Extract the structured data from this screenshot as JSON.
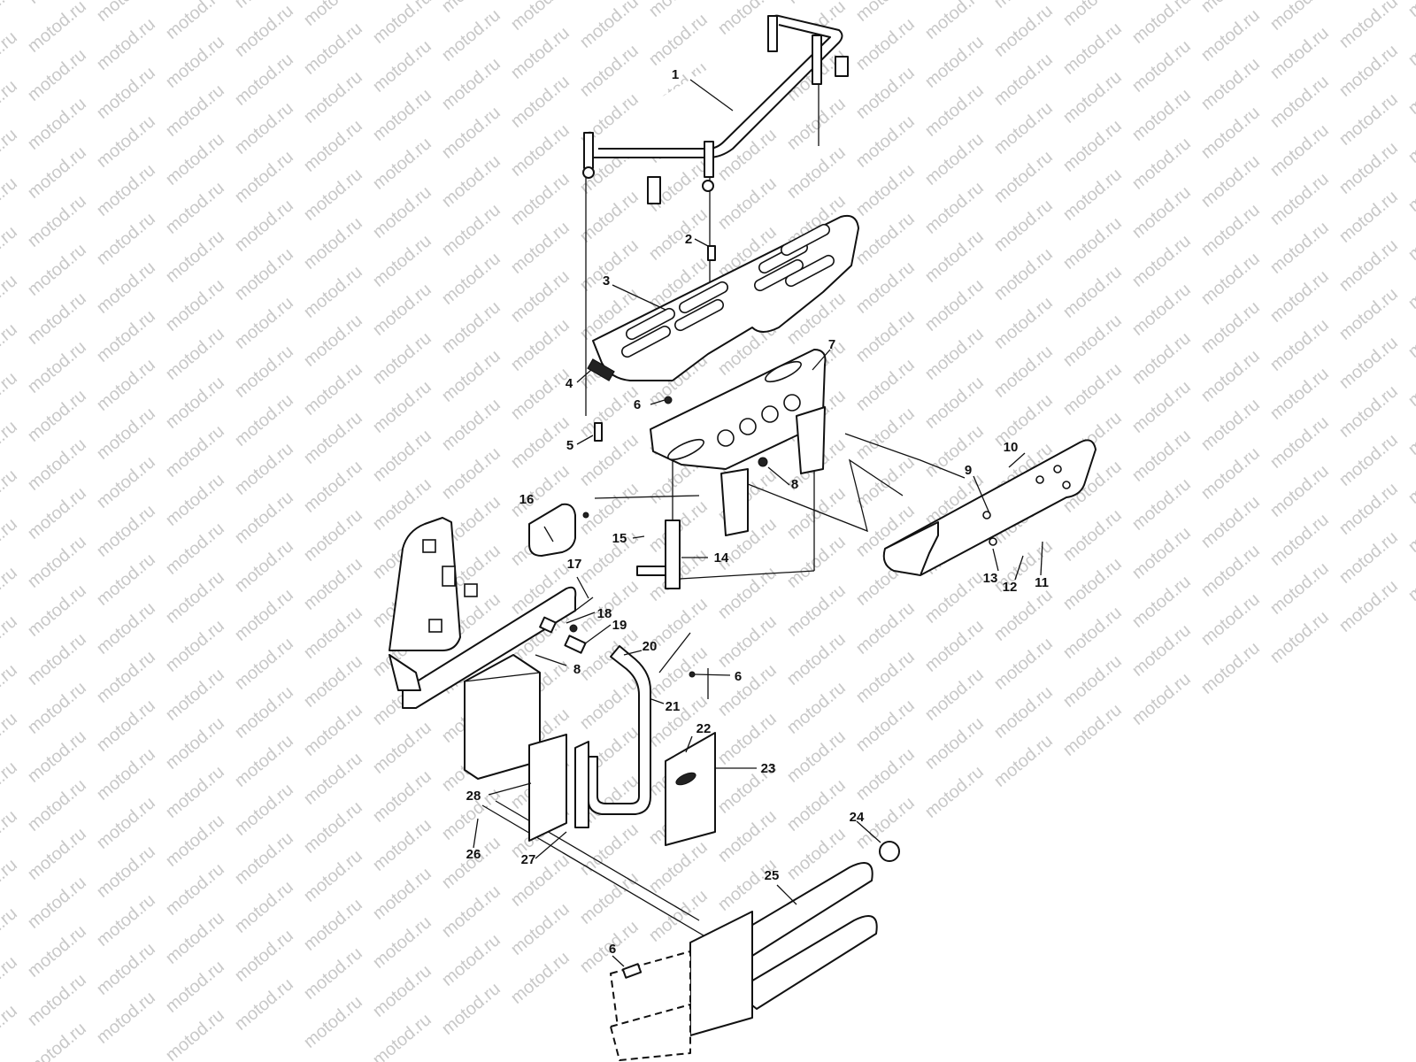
{
  "watermark": "motod.ru",
  "callouts": [
    {
      "id": "1"
    },
    {
      "id": "2"
    },
    {
      "id": "3"
    },
    {
      "id": "4"
    },
    {
      "id": "5"
    },
    {
      "id": "6a",
      "label": "6"
    },
    {
      "id": "7"
    },
    {
      "id": "8a",
      "label": "8"
    },
    {
      "id": "9"
    },
    {
      "id": "10"
    },
    {
      "id": "11"
    },
    {
      "id": "12"
    },
    {
      "id": "13"
    },
    {
      "id": "14"
    },
    {
      "id": "15"
    },
    {
      "id": "16"
    },
    {
      "id": "17"
    },
    {
      "id": "18"
    },
    {
      "id": "19"
    },
    {
      "id": "20"
    },
    {
      "id": "8b",
      "label": "8"
    },
    {
      "id": "6b",
      "label": "6"
    },
    {
      "id": "21"
    },
    {
      "id": "22"
    },
    {
      "id": "23"
    },
    {
      "id": "28"
    },
    {
      "id": "26"
    },
    {
      "id": "27"
    },
    {
      "id": "24"
    },
    {
      "id": "25"
    },
    {
      "id": "6c",
      "label": "6"
    }
  ]
}
